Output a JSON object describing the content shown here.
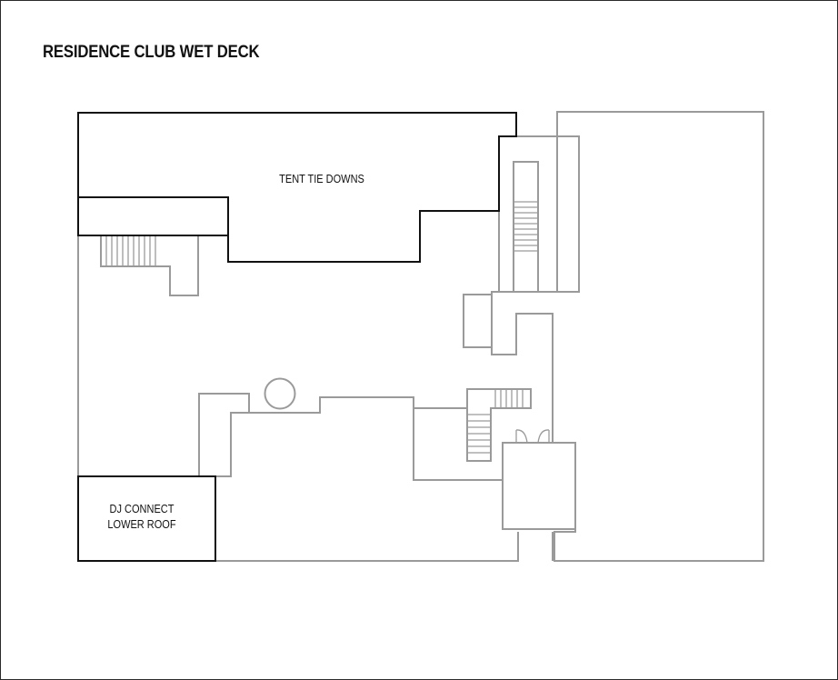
{
  "title": "RESIDENCE CLUB WET DECK",
  "areas": {
    "tent_tie_downs": "TENT TIE DOWNS",
    "dj_connect": {
      "line1": "DJ CONNECT",
      "line2": "LOWER ROOF"
    }
  },
  "colors": {
    "highlight_outline": "#111111",
    "plan_outline": "#9a9a9a",
    "background": "#ffffff"
  }
}
